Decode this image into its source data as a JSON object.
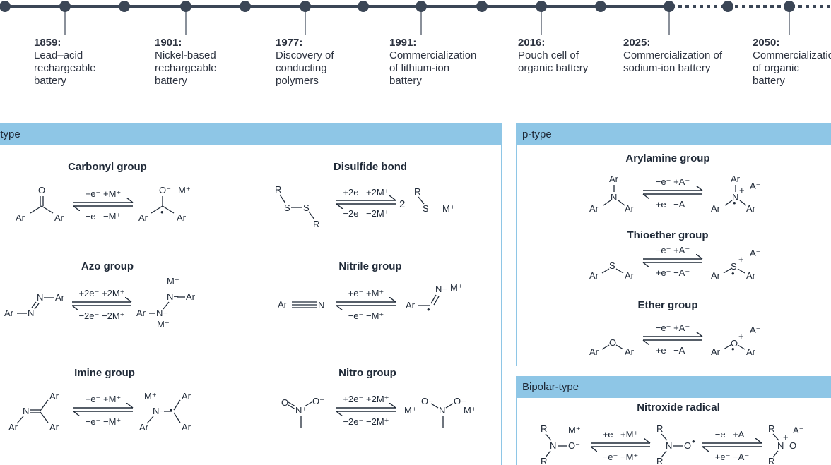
{
  "timeline": {
    "events": [
      {
        "year": "1859:",
        "desc": "Lead–acid\nrechargeable\nbattery"
      },
      {
        "year": "1901:",
        "desc": "Nickel-based\nrechargeable\nbattery"
      },
      {
        "year": "1977:",
        "desc": "Discovery of\nconducting\npolymers"
      },
      {
        "year": "1991:",
        "desc": "Commercialization\nof lithium-ion\nbattery"
      },
      {
        "year": "2016:",
        "desc": "Pouch cell of\norganic battery"
      },
      {
        "year": "2025:",
        "desc": "Commercialization of\nsodium-ion battery"
      },
      {
        "year": "2050:",
        "desc": "Commercialization\nof organic battery"
      }
    ]
  },
  "panels": {
    "ntype": {
      "title": "n-type"
    },
    "ptype": {
      "title": "p-type"
    },
    "bipolar": {
      "title": "Bipolar-type"
    }
  },
  "groups": {
    "carbonyl": {
      "title": "Carbonyl group",
      "fwd": "+e⁻ +M⁺",
      "rev": "−e⁻ −M⁺"
    },
    "disulfide": {
      "title": "Disulfide bond",
      "fwd": "+2e⁻ +2M⁺",
      "rev": "−2e⁻ −2M⁺"
    },
    "azo": {
      "title": "Azo group",
      "fwd": "+2e⁻ +2M⁺",
      "rev": "−2e⁻ −2M⁺"
    },
    "nitrile": {
      "title": "Nitrile group",
      "fwd": "+e⁻ +M⁺",
      "rev": "−e⁻ −M⁺"
    },
    "imine": {
      "title": "Imine group",
      "fwd": "+e⁻ +M⁺",
      "rev": "−e⁻ −M⁺"
    },
    "nitro": {
      "title": "Nitro group",
      "fwd": "+2e⁻ +2M⁺",
      "rev": "−2e⁻ −2M⁺"
    },
    "arylamine": {
      "title": "Arylamine group",
      "fwd": "−e⁻ +A⁻",
      "rev": "+e⁻ −A⁻"
    },
    "thioether": {
      "title": "Thioether group",
      "fwd": "−e⁻ +A⁻",
      "rev": "+e⁻ −A⁻"
    },
    "ether": {
      "title": "Ether group",
      "fwd": "−e⁻ +A⁻",
      "rev": "+e⁻ −A⁻"
    },
    "nitroxide": {
      "title": "Nitroxide radical",
      "fwd1": "+e⁻ +M⁺",
      "rev1": "−e⁻ −M⁺",
      "fwd2": "−e⁻ +A⁻",
      "rev2": "+e⁻ −A⁻"
    }
  },
  "labels": {
    "ar": "Ar",
    "r": "R",
    "o": "O",
    "n": "N",
    "s": "S",
    "m": "M⁺",
    "a": "A⁻",
    "ominus": "O⁻",
    "sminus": "S⁻",
    "minus": "−",
    "plus": "+",
    "dot": "•",
    "two": "2",
    "nminus": "N−",
    "nplus": "N⁺",
    "ominus2": "O−",
    "no": "N=O"
  },
  "colors": {
    "line": "#3b4656",
    "panel": "#8ec6e6",
    "text": "#1f2937"
  }
}
